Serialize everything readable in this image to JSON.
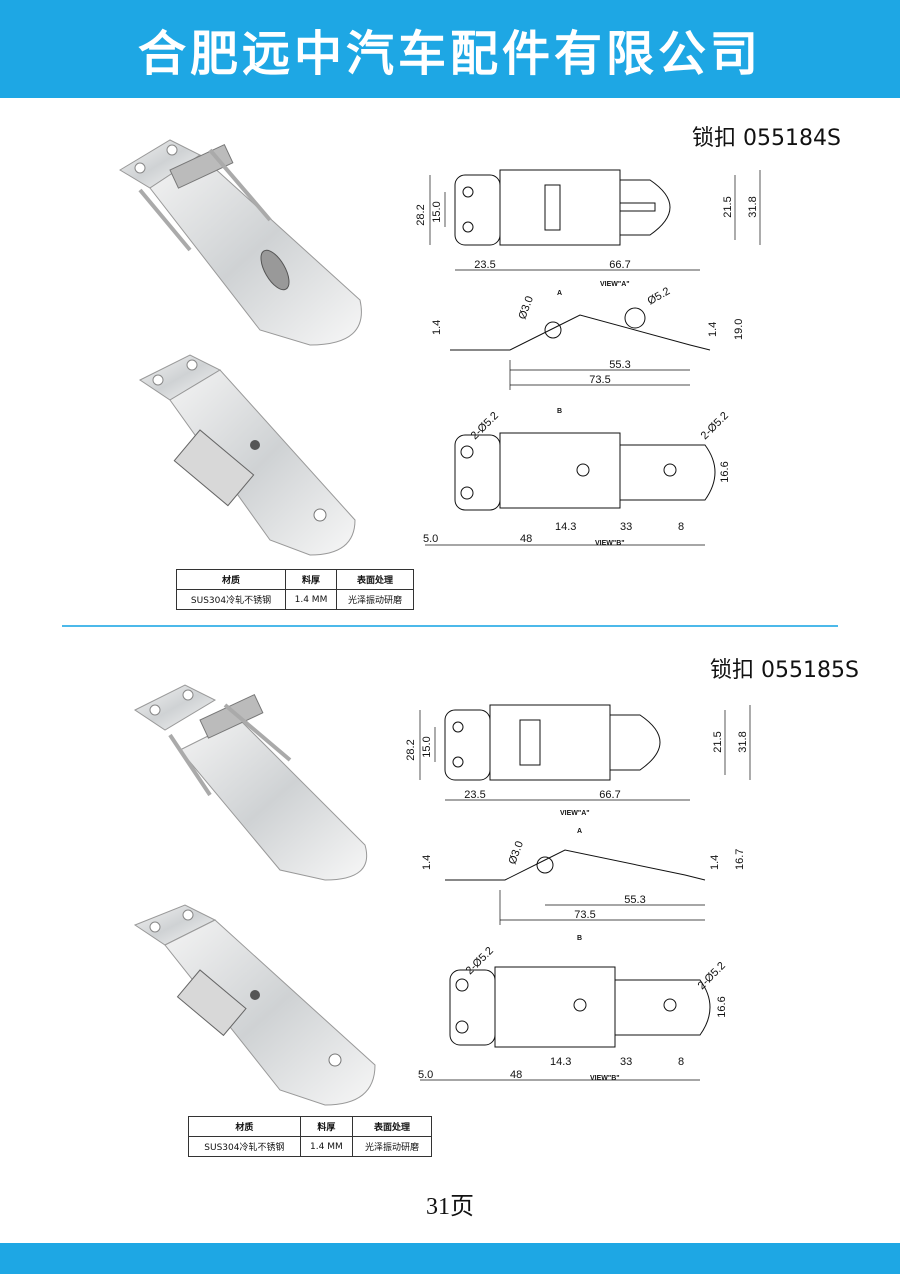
{
  "header": {
    "company_name": "合肥远中汽车配件有限公司"
  },
  "products": [
    {
      "title": "锁扣 055184S",
      "spec_table": {
        "headers": [
          "材质",
          "料厚",
          "表面处理"
        ],
        "row": [
          "SUS304冷轧不锈钢",
          "1.4 MM",
          "光泽振动研磨"
        ]
      },
      "top_view": {
        "dims": [
          "28.2",
          "15.0",
          "23.5",
          "66.7",
          "21.5",
          "31.8"
        ],
        "view_label": "VIEW\"A\""
      },
      "side_view": {
        "dims": [
          "Ø3.0",
          "Ø5.2",
          "1.4",
          "1.4",
          "19.0",
          "55.3",
          "73.5"
        ],
        "marker_a": "A",
        "marker_b": "B"
      },
      "bottom_view": {
        "dims": [
          "2-Ø5.2",
          "2-Ø5.2",
          "16.6",
          "5.0",
          "48",
          "14.3",
          "33",
          "8"
        ],
        "view_label": "VIEW\"B\""
      }
    },
    {
      "title": "锁扣 055185S",
      "spec_table": {
        "headers": [
          "材质",
          "料厚",
          "表面处理"
        ],
        "row": [
          "SUS304冷轧不锈钢",
          "1.4 MM",
          "光泽振动研磨"
        ]
      },
      "top_view": {
        "dims": [
          "28.2",
          "15.0",
          "23.5",
          "66.7",
          "21.5",
          "31.8"
        ],
        "view_label": "VIEW\"A\""
      },
      "side_view": {
        "dims": [
          "Ø3.0",
          "1.4",
          "1.4",
          "16.7",
          "55.3",
          "73.5"
        ],
        "marker_a": "A",
        "marker_b": "B"
      },
      "bottom_view": {
        "dims": [
          "2-Ø5.2",
          "2-Ø5.2",
          "16.6",
          "5.0",
          "48",
          "14.3",
          "33",
          "8"
        ],
        "view_label": "VIEW\"B\""
      }
    }
  ],
  "page_number": "31页"
}
